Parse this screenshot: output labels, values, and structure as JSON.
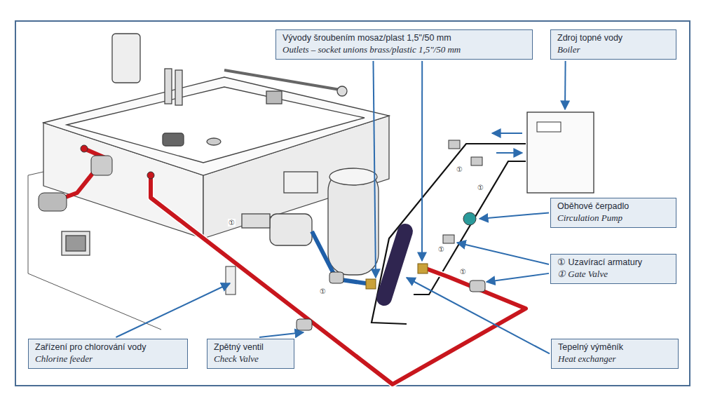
{
  "diagram": {
    "nodes": [
      {
        "text": [
          "Vývody šroubením mosaz/plast 1,5\"/50 mm",
          "Outlets – socket unions brass/plastic 1,5\"/50 mm"
        ]
      },
      {
        "text": [
          "Zdroj topné vody",
          "Boiler"
        ]
      },
      {
        "text": [
          "Oběhové čerpadlo",
          "Circulation Pump"
        ]
      },
      {
        "text": [
          "① Uzavírací armatury",
          "① Gate Valve"
        ]
      },
      {
        "text": [
          "Zařízení pro chlorování vody",
          "Chlorine feeder"
        ]
      },
      {
        "text": [
          "Zpětný ventil",
          "Check Valve"
        ]
      },
      {
        "text": [
          "Tepelný výměník",
          "Heat exchanger"
        ]
      }
    ],
    "labels": [
      "①",
      "①",
      "①",
      "①",
      "①",
      "①"
    ]
  }
}
